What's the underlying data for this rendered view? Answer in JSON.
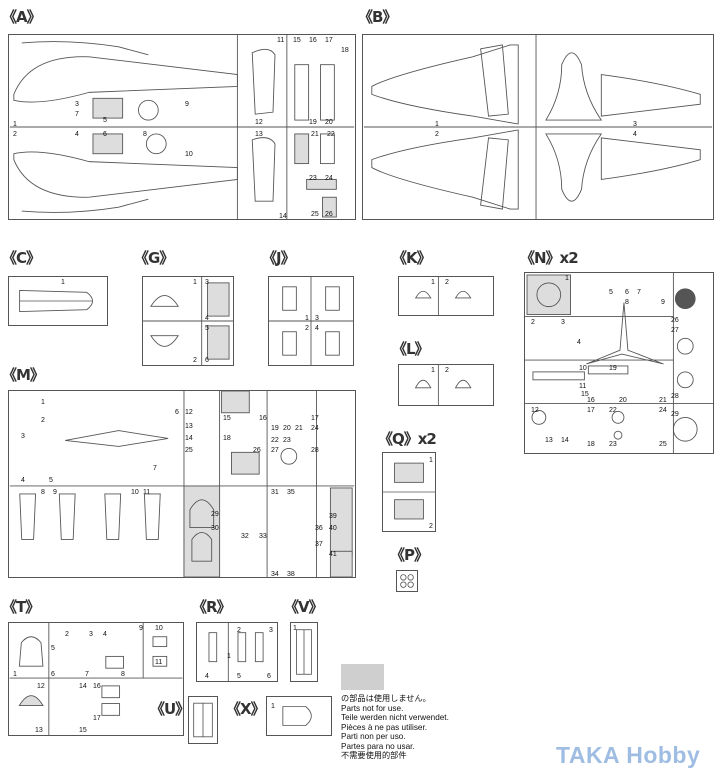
{
  "sprues": {
    "A": {
      "label": "《A》",
      "parts": [
        "1",
        "2",
        "3",
        "4",
        "5",
        "6",
        "7",
        "8",
        "9",
        "10",
        "11",
        "12",
        "13",
        "14",
        "15",
        "16",
        "17",
        "18",
        "19",
        "20",
        "21",
        "22",
        "23",
        "24",
        "25",
        "26"
      ]
    },
    "B": {
      "label": "《B》",
      "parts": [
        "1",
        "2",
        "3",
        "4"
      ]
    },
    "C": {
      "label": "《C》",
      "parts": [
        "1"
      ]
    },
    "G": {
      "label": "《G》",
      "parts": [
        "1",
        "2",
        "3",
        "4",
        "5",
        "6"
      ]
    },
    "J": {
      "label": "《J》",
      "parts": [
        "1",
        "2",
        "3",
        "4"
      ]
    },
    "K": {
      "label": "《K》",
      "parts": [
        "1",
        "2"
      ]
    },
    "L": {
      "label": "《L》",
      "parts": [
        "1",
        "2"
      ]
    },
    "N": {
      "label": "《N》x2",
      "parts": [
        "1",
        "2",
        "3",
        "4",
        "5",
        "6",
        "7",
        "8",
        "9",
        "10",
        "11",
        "12",
        "13",
        "14",
        "15",
        "16",
        "17",
        "18",
        "19",
        "20",
        "21",
        "22",
        "23",
        "24",
        "25",
        "26",
        "27",
        "28",
        "29"
      ]
    },
    "M": {
      "label": "《M》",
      "parts": [
        "1",
        "2",
        "3",
        "4",
        "5",
        "6",
        "7",
        "8",
        "9",
        "10",
        "11",
        "12",
        "13",
        "14",
        "15",
        "16",
        "17",
        "18",
        "19",
        "20",
        "21",
        "22",
        "23",
        "24",
        "25",
        "26",
        "27",
        "28",
        "29",
        "30",
        "31",
        "32",
        "33",
        "34",
        "35",
        "36",
        "37",
        "38",
        "39",
        "40",
        "41"
      ]
    },
    "Q": {
      "label": "《Q》x2",
      "parts": [
        "1",
        "2"
      ]
    },
    "P": {
      "label": "《P》",
      "parts": []
    },
    "T": {
      "label": "《T》",
      "parts": [
        "1",
        "2",
        "3",
        "4",
        "5",
        "6",
        "7",
        "8",
        "9",
        "10",
        "11",
        "12",
        "13",
        "14",
        "15",
        "16",
        "17"
      ]
    },
    "R": {
      "label": "《R》",
      "parts": [
        "1",
        "2",
        "3",
        "4",
        "5",
        "6"
      ]
    },
    "V": {
      "label": "《V》",
      "parts": [
        "1"
      ]
    },
    "U": {
      "label": "《U》",
      "parts": []
    },
    "X": {
      "label": "《X》",
      "parts": [
        "1"
      ]
    }
  },
  "legend": {
    "swatch_color": "#cfcfcf",
    "lines": [
      "の部品は使用しません。",
      "Parts not for use.",
      "Teile werden nicht verwendet.",
      "Pièces à ne pas utiliser.",
      "Parti non per uso.",
      "Partes para no usar.",
      "不需要使用的部件"
    ]
  },
  "watermark": "TAKA Hobby"
}
